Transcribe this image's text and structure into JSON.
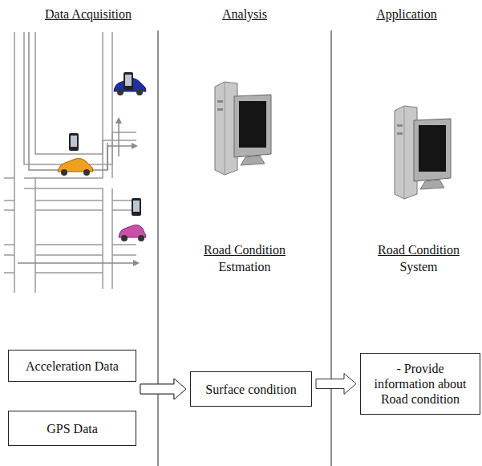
{
  "diagram": {
    "nodes": [
      {
        "text": [
          "Acceleration Data"
        ]
      },
      {
        "text": [
          "GPS Data"
        ]
      },
      {
        "text": [
          "Surface condition"
        ]
      },
      {
        "text": [
          "- Provide information about Road condition"
        ]
      }
    ],
    "edges": [
      {
        "from": 0,
        "to": 2,
        "arrow": "to"
      },
      {
        "from": 1,
        "to": 2,
        "arrow": "to"
      },
      {
        "from": 2,
        "to": 3,
        "arrow": "to"
      }
    ],
    "labels": [
      "Data Acquisition",
      "Analysis",
      "Application",
      "Road Condition",
      "Estmation",
      "Road Condition",
      "System"
    ]
  }
}
